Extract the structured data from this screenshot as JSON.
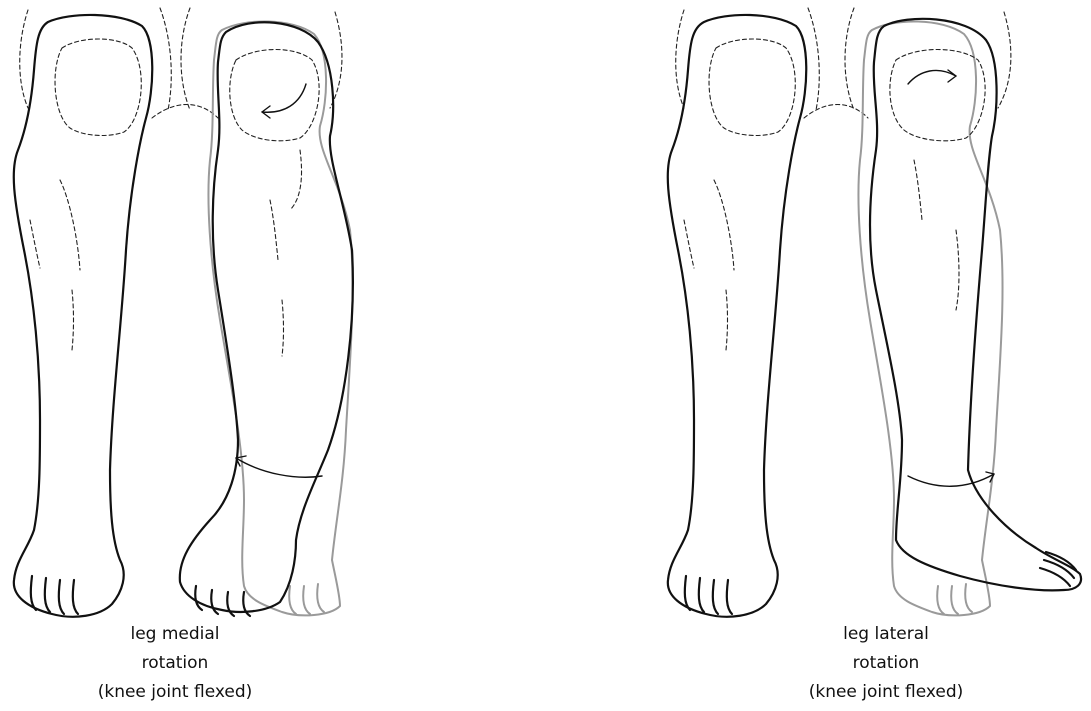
{
  "figures": [
    {
      "caption_lines": [
        "leg medial",
        "rotation",
        "(knee joint flexed)"
      ]
    },
    {
      "caption_lines": [
        "leg lateral",
        "rotation",
        "(knee joint flexed)"
      ]
    }
  ]
}
